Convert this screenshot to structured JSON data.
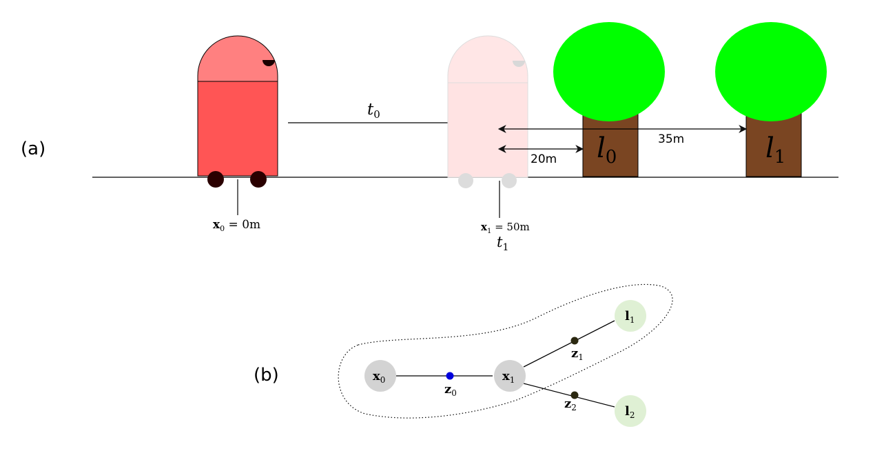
{
  "panel_a": {
    "label": "(a)",
    "robot_start": {
      "position_var": "x",
      "position_sub": "0",
      "position_value": " = 0m"
    },
    "robot_end": {
      "position_var": "x",
      "position_sub": "1",
      "position_value": " = 50m",
      "time_var": "t",
      "time_sub": "1"
    },
    "motion": {
      "time_var": "t",
      "time_sub": "0"
    },
    "distances": {
      "to_l0": "20m",
      "to_l1": "35m"
    },
    "landmarks": [
      {
        "var": "l",
        "sub": "0"
      },
      {
        "var": "l",
        "sub": "1"
      }
    ]
  },
  "panel_b": {
    "label": "(b)",
    "pose_nodes": [
      {
        "var": "x",
        "sub": "0"
      },
      {
        "var": "x",
        "sub": "1"
      }
    ],
    "landmark_nodes": [
      {
        "var": "l",
        "sub": "1"
      },
      {
        "var": "l",
        "sub": "2"
      }
    ],
    "factors": [
      {
        "var": "z",
        "sub": "0"
      },
      {
        "var": "z",
        "sub": "1"
      },
      {
        "var": "z",
        "sub": "2"
      }
    ]
  },
  "colors": {
    "robot_body": "#ff5555",
    "robot_head": "#ff8080",
    "robot_ghost": "#ffe3e3",
    "tree_crown": "#00ff00",
    "tree_trunk": "#7a4522",
    "pose_node": "#d3d3d3",
    "landmark_node": "#dff0d4",
    "odometry_factor": "#0000dd",
    "measurement_factor": "#2b2810"
  }
}
